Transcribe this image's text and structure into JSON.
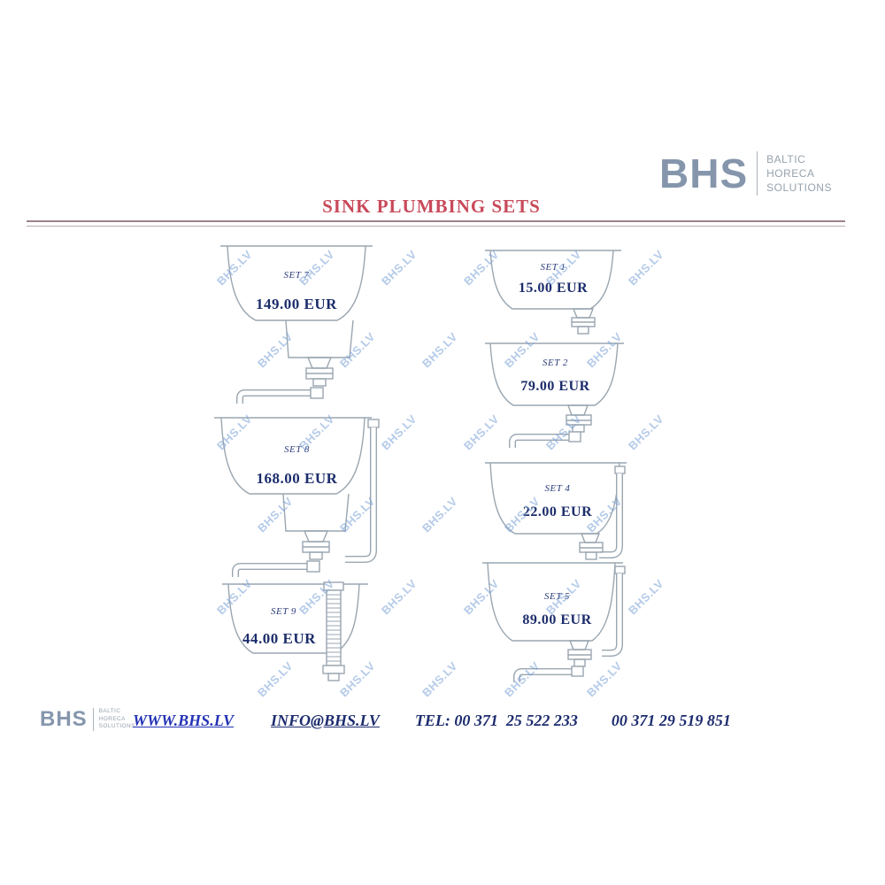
{
  "header": {
    "logo": {
      "text": "BHS",
      "tagline": [
        "BALTIC",
        "HORECA",
        "SOLUTIONS"
      ]
    },
    "title": "SINK PLUMBING SETS"
  },
  "watermark": {
    "text": "BHS.LV"
  },
  "products": {
    "left": [
      {
        "set": "SET 7",
        "price": "149.00 EUR"
      },
      {
        "set": "SET 8",
        "price": "168.00 EUR"
      },
      {
        "set": "SET 9",
        "price": "44.00 EUR"
      }
    ],
    "right": [
      {
        "set": "SET 1",
        "price": "15.00 EUR"
      },
      {
        "set": "SET 2",
        "price": "79.00 EUR"
      },
      {
        "set": "SET 4",
        "price": "22.00 EUR"
      },
      {
        "set": "SET 5",
        "price": "89.00 EUR"
      }
    ]
  },
  "footer": {
    "logo": {
      "text": "BHS",
      "tagline": [
        "BALTIC",
        "HORECA",
        "SOLUTIONS"
      ]
    },
    "website": "WWW.BHS.LV",
    "email": "INFO@BHS.LV",
    "phone_label": "TEL:",
    "phone1": "00 371  25 522 233",
    "phone2": "00 371 29 519 851"
  },
  "colors": {
    "title_red": "#c84a5a",
    "price_navy": "#1c2d6b",
    "link_blue": "#2433b5",
    "logo_gray_blue": "#8596ac",
    "line_art_gray": "#9aa6b0",
    "watermark_blue": "rgba(120,160,215,0.55)"
  }
}
